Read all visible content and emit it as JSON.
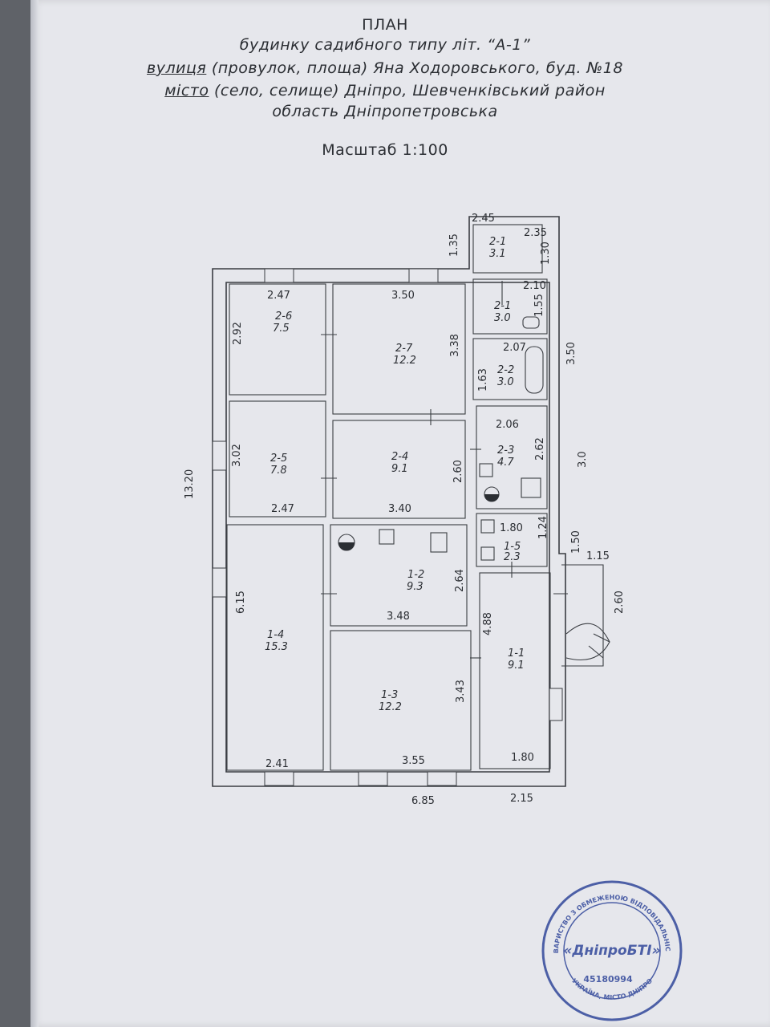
{
  "header": {
    "title": "ПЛАН",
    "subtitle": "будинку садибного типу літ. “А-1”",
    "street_label": "вулиця",
    "street_rest": " (провулок, площа) Яна Ходоровського, буд. №18",
    "city_label": "місто",
    "city_rest": " (село, селище) Дніпро, Шевченківський район",
    "region": "область Дніпропетровська",
    "scale": "Масштаб 1:100"
  },
  "rooms": [
    {
      "id": "2-6",
      "area": "7.5"
    },
    {
      "id": "2-7",
      "area": "12.2"
    },
    {
      "id": "2-1",
      "area": "3.1"
    },
    {
      "id": "2-1",
      "area": "3.0"
    },
    {
      "id": "2-2",
      "area": "3.0"
    },
    {
      "id": "2-5",
      "area": "7.8"
    },
    {
      "id": "2-4",
      "area": "9.1"
    },
    {
      "id": "2-3",
      "area": "4.7"
    },
    {
      "id": "1-5",
      "area": "2.3"
    },
    {
      "id": "1-4",
      "area": "15.3"
    },
    {
      "id": "1-2",
      "area": "9.3"
    },
    {
      "id": "1-3",
      "area": "12.2"
    },
    {
      "id": "1-1",
      "area": "9.1"
    }
  ],
  "dimensions": [
    "2.45",
    "2.35",
    "1.35",
    "1.30",
    "2.47",
    "3.50",
    "2.10",
    "1.55",
    "2.92",
    "3.38",
    "2.07",
    "3.50",
    "1.63",
    "2.06",
    "3.02",
    "2.60",
    "2.62",
    "3.0",
    "13.20",
    "2.47",
    "3.40",
    "1.80",
    "1.24",
    "1.50",
    "1.15",
    "2.64",
    "6.15",
    "3.48",
    "4.88",
    "2.60",
    "3.43",
    "2.41",
    "3.55",
    "1.80",
    "6.85",
    "2.15"
  ],
  "stamp": {
    "name": "«ДніпроБТІ»",
    "ring_top": "ТОВАРИСТВО З ОБМЕЖЕНОЮ ВІДПОВІДАЛЬНІСТЮ",
    "ring_bottom": "УКРАЇНА, МІСТО ДНІПРО",
    "code": "45180994"
  },
  "colors": {
    "ink": "#2b2e33",
    "stamp": "#4c5fa6",
    "paper": "#e6e7ec"
  }
}
